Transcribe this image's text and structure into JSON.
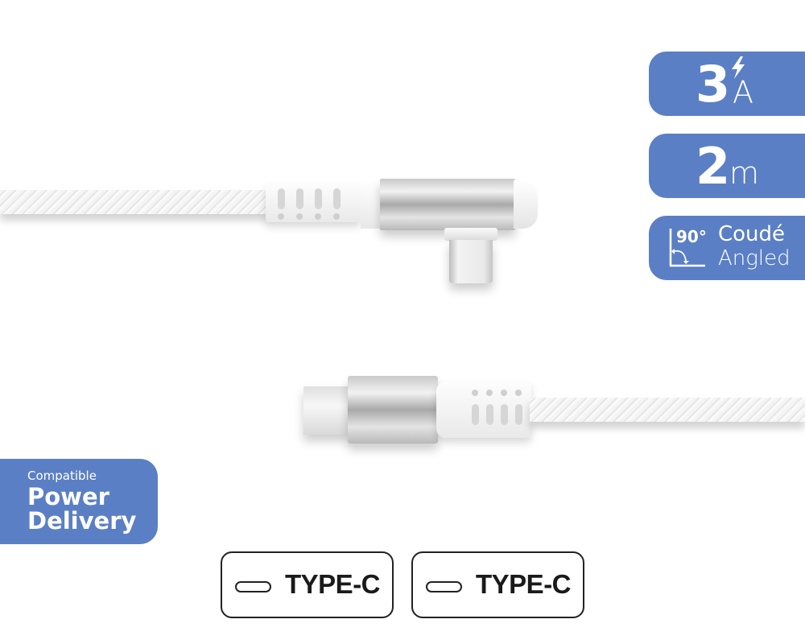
{
  "badges": {
    "current": {
      "value": "3",
      "unit": "A",
      "icon": "lightning-bolt-icon"
    },
    "length": {
      "value": "2",
      "unit": "m"
    },
    "angle": {
      "degrees": "90°",
      "line1": "Coudé",
      "line2": "Angled",
      "icon": "right-angle-icon"
    },
    "power_delivery": {
      "small": "Compatible",
      "line1": "Power",
      "line2": "Delivery"
    }
  },
  "connectors": [
    {
      "label": "TYPE-C",
      "icon": "usb-c-port-icon"
    },
    {
      "label": "TYPE-C",
      "icon": "usb-c-port-icon"
    }
  ],
  "colors": {
    "badge": "#5b7fc4",
    "text_dark": "#1a1a1a"
  }
}
